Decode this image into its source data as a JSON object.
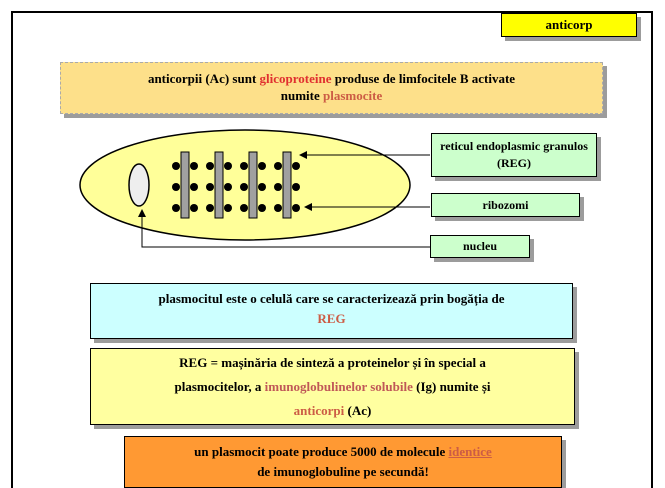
{
  "slide": {
    "tag": "anticorp",
    "title": {
      "part1": "anticorpii (Ac) sunt ",
      "highlight1": "glicoproteine",
      "part2": " produse de limfocitele B activate",
      "part3": "numite ",
      "highlight2": "plasmocite"
    },
    "diagram": {
      "labels": {
        "reg": "reticul endoplasmic granulos (REG)",
        "ribosomes": "ribozomi",
        "nucleus": "nucleu"
      }
    },
    "definition": {
      "text": "plasmocitul este o celulă care se caracterizează prin bogăția de",
      "highlight": "REG"
    },
    "reg_definition": {
      "line1": "REG = mașinăria de sinteză a proteinelor și în special a",
      "line2a": "plasmocitelor, a ",
      "line2b": "imunoglobulinelor solubile",
      "line2c": " (Ig) numite și",
      "line3a": "anticorpi",
      "line3b": " (Ac)"
    },
    "production": {
      "part1": "un plasmocit poate produce 5000 de molecule ",
      "highlight": "identice",
      "line2": "de imunoglobuline pe secundă!"
    },
    "colors": {
      "tag_bg": "#ffff00",
      "title_bg": "#fde08a",
      "label_bg": "#ccffcc",
      "definition_bg": "#ccffff",
      "reg_bg": "#ffffa0",
      "production_bg": "#ff9933",
      "cell_fill": "#ffff99"
    }
  }
}
